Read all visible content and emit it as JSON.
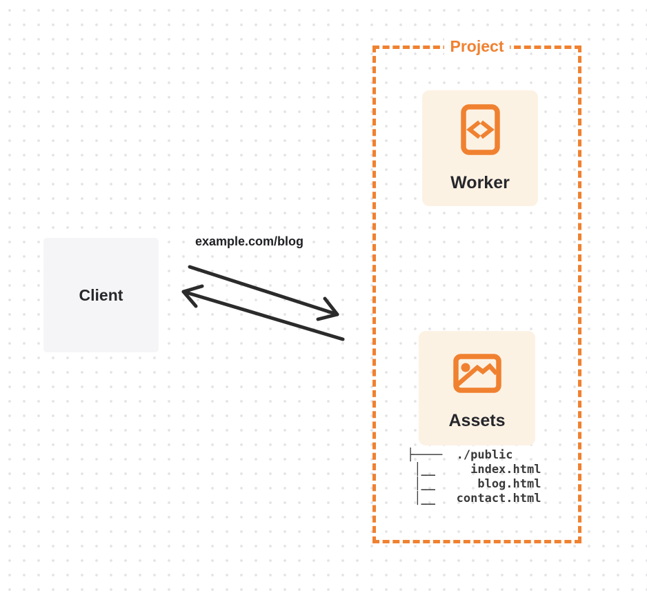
{
  "colors": {
    "accent_orange": "#F08130",
    "card_background": "#FCF2E4",
    "client_background": "#F5F5F7",
    "arrow": "#2B2B2B",
    "text_dark": "#26272B",
    "tree_text": "#3A3A3A",
    "grid_dot": "#E4E4E7"
  },
  "client": {
    "label": "Client"
  },
  "request": {
    "url_label": "example.com/blog"
  },
  "project": {
    "label": "Project",
    "worker": {
      "label": "Worker",
      "icon": "code-file-icon"
    },
    "assets": {
      "label": "Assets",
      "icon": "image-icon",
      "file_tree": {
        "lines": [
          "├────  ./public",
          " │__     index.html",
          " │__      blog.html",
          " │__   contact.html"
        ]
      }
    }
  }
}
